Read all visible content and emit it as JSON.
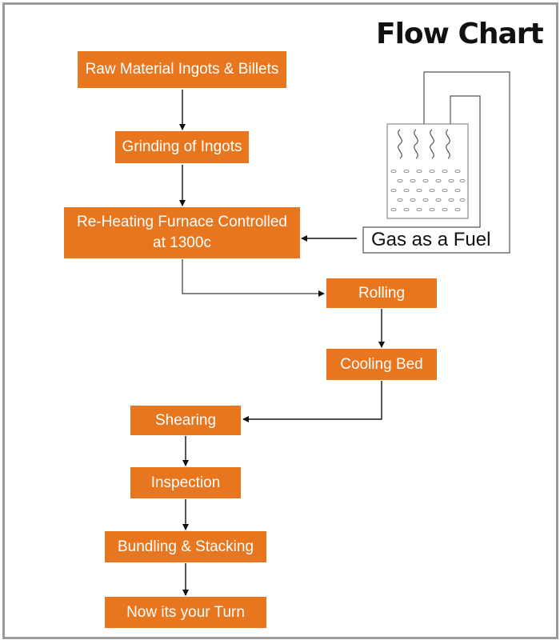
{
  "title": "Flow Chart",
  "accent_color": "#e8761f",
  "steps": {
    "raw_material": "Raw Material Ingots & Billets",
    "grinding": "Grinding of Ingots",
    "reheating_line1": "Re-Heating Furnace Controlled",
    "reheating_line2": "at 1300c",
    "rolling": "Rolling",
    "cooling_bed": "Cooling Bed",
    "shearing": "Shearing",
    "inspection": "Inspection",
    "bundling": "Bundling & Stacking",
    "final": "Now its your Turn"
  },
  "fuel": {
    "label": "Gas as a Fuel",
    "icon": "furnace-icon"
  }
}
